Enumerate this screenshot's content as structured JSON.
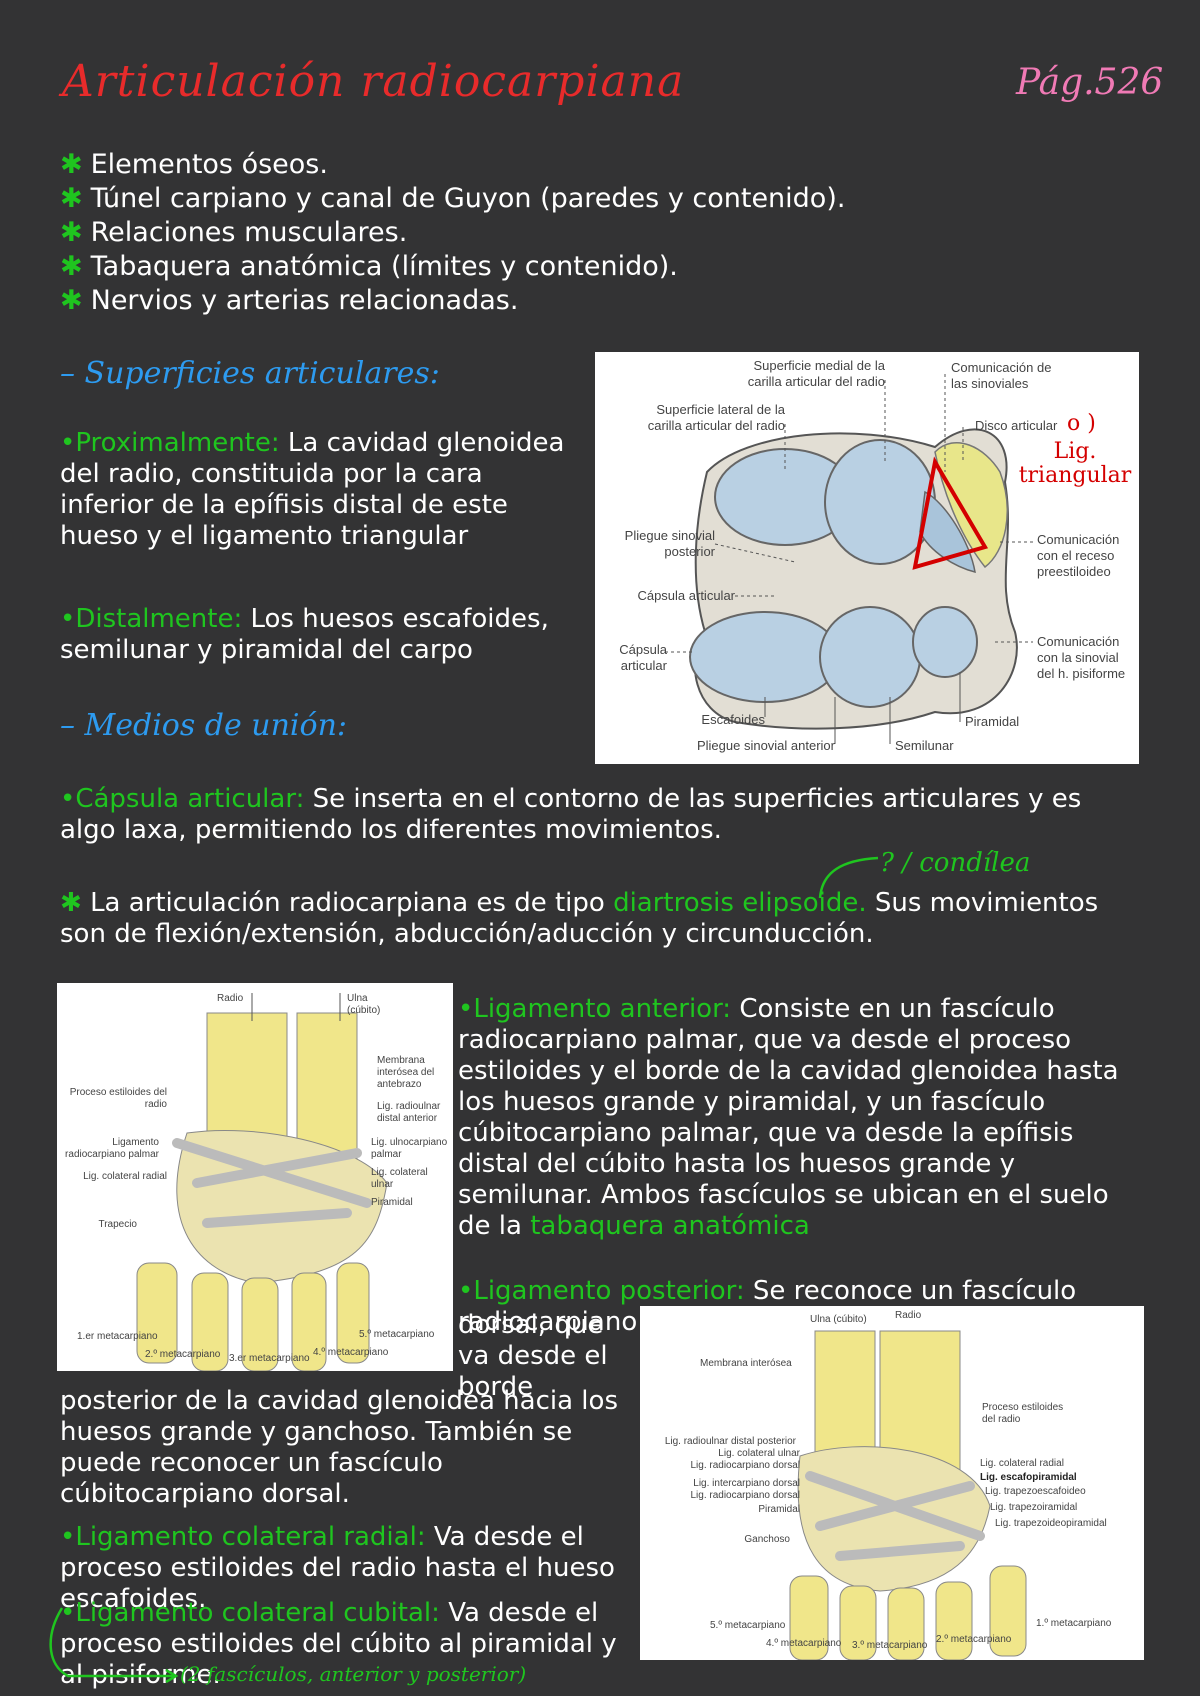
{
  "header": {
    "title": "Articulación radiocarpiana",
    "page": "Pág.526"
  },
  "topics": [
    "Elementos óseos.",
    "Túnel carpiano y canal de Guyon (paredes y contenido).",
    "Relaciones musculares.",
    "Tabaquera anatómica (límites y contenido).",
    "Nervios y arterias relacionadas."
  ],
  "sections": {
    "superficies_heading": "– Superficies articulares:",
    "proximal_label": "•Proximalmente:",
    "proximal_text": "La cavidad glenoidea del radio, constituida por la cara inferior de la epífisis distal de este hueso y el ligamento triangular",
    "distal_label": "•Distalmente:",
    "distal_text": "Los huesos escafoides, semilunar y piramidal del carpo",
    "medios_heading": "– Medios de unión:",
    "capsula_label": "•Cápsula articular:",
    "capsula_text": "Se inserta en el contorno de las superficies articulares y es algo laxa, permitiendo los diferentes movimientos.",
    "tipo_pre": "La articulación radiocarpiana es de tipo",
    "tipo_green": "diartrosis elipsoide.",
    "tipo_post": "Sus movimientos son de flexión/extensión, abducción/aducción y circunducción.",
    "condilea_note": "? / condílea",
    "anterior_label": "•Ligamento anterior:",
    "anterior_text": "Consiste en un fascículo radiocarpiano palmar, que va desde el proceso estiloides y el borde de la cavidad glenoidea hasta los huesos grande y piramidal, y un fascículo cúbitocarpiano palmar, que va desde la epífisis distal del cúbito hasta los huesos grande y semilunar. Ambos fascículos se ubican en el suelo de la",
    "anterior_green": "tabaquera anatómica",
    "posterior_label": "•Ligamento posterior:",
    "posterior_text_a": "Se reconoce un fascículo radiocarpiano",
    "posterior_text_b": "dorsal, que va desde el borde",
    "posterior_text_c": "posterior de la cavidad glenoidea hacia los huesos grande y ganchoso. También se puede reconocer un fascículo cúbitocarpiano dorsal.",
    "radial_label": "•Ligamento colateral radial:",
    "radial_text": "Va desde el proceso estiloides del radio hasta el hueso escafoides.",
    "cubital_label": "•Ligamento colateral cubital:",
    "cubital_text": "Va desde el proceso estiloides del cúbito al piramidal y al pisiforme.",
    "cubital_note": "(2 fascículos, anterior y posterior)"
  },
  "figure1": {
    "labels": {
      "sup_medial": "Superficie medial de la carilla articular del radio",
      "sup_lateral": "Superficie lateral de la carilla articular del radio",
      "comunicacion_sinoviales": "Comunicación de las sinoviales",
      "disco": "Disco articular",
      "pliegue_post": "Pliegue sinovial posterior",
      "capsula1": "Cápsula articular",
      "capsula2": "Cápsula articular",
      "receso": "Comunicación con el receso preestiloideo",
      "pisiforme": "Comunicación con la sinovial del h. pisiforme",
      "escafoides": "Escafoides",
      "pliegue_ant": "Pliegue sinovial anterior",
      "semilunar": "Semilunar",
      "piramidal": "Piramidal"
    },
    "note_o": "o )",
    "note_lig": "Lig. triangular",
    "colors": {
      "bone": "#b9d0e3",
      "disc": "#e8e68a",
      "capsule": "#e2ded4",
      "annotation": "#d40000"
    }
  },
  "figure2": {
    "labels": {
      "radio": "Radio",
      "ulna": "Ulna (cúbito)",
      "membrana": "Membrana interósea del antebrazo",
      "proceso": "Proceso estiloides del radio",
      "radioulnar": "Lig. radioulnar distal anterior",
      "ligamento_rc": "Ligamento radiocarpiano palmar",
      "ulnocarpiano": "Lig. ulnocarpiano palmar",
      "colateral_radial": "Lig. colateral radial",
      "colateral_ulnar": "Lig. colateral ulnar",
      "piramidal": "Piramidal",
      "trapecio": "Trapecio",
      "m1": "1.er metacarpiano",
      "m2": "2.º metacarpiano",
      "m3": "3.er metacarpiano",
      "m4": "4.º metacarpiano",
      "m5": "5.º metacarpiano"
    },
    "colors": {
      "bone": "#f0e68a"
    }
  },
  "figure3": {
    "labels": {
      "ulna": "Ulna (cúbito)",
      "radio": "Radio",
      "membrana": "Membrana interósea",
      "proceso": "Proceso estiloides del radio",
      "radioulnar_post": "Lig. radioulnar distal posterior",
      "colateral_ulnar": "Lig. colateral ulnar",
      "radiocarpiano_dorsal": "Lig. radiocarpiano dorsal",
      "colateral_radial": "Lig. colateral radial",
      "escafopiramidal": "Lig. escafopiramidal",
      "intercarpiano": "Lig. intercarpiano dorsal",
      "trapezoescafoideo": "Lig. trapezoescafoideo",
      "radiocarpiano_dorsal2": "Lig. radiocarpiano dorsal",
      "trapezoiramidal": "Lig. trapezoiramidal",
      "piramidal": "Piramidal",
      "trapezoideopiramidal": "Lig. trapezoideopiramidal",
      "ganchoso": "Ganchoso",
      "m5": "5.º metacarpiano",
      "m4": "4.º metacarpiano",
      "m3": "3.º metacarpiano",
      "m2": "2.º metacarpiano",
      "m1": "1.º metacarpiano"
    },
    "colors": {
      "bone": "#f0e68a"
    }
  }
}
